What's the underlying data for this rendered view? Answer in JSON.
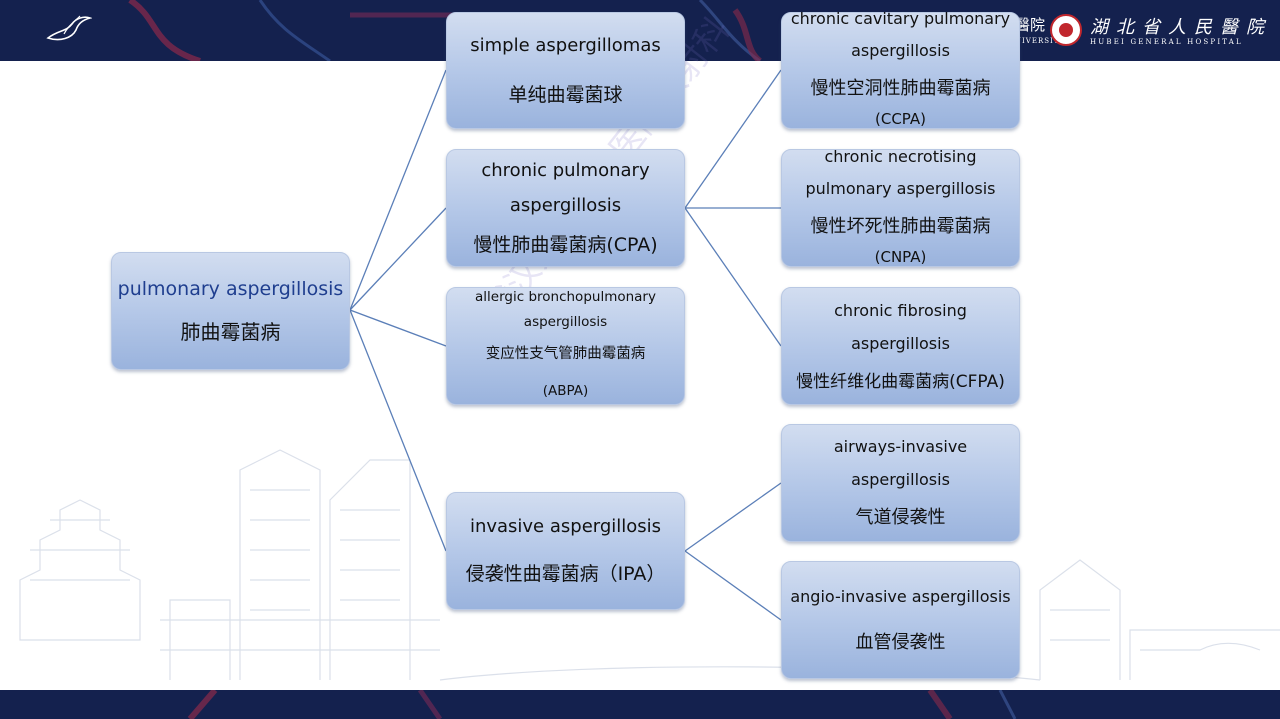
{
  "header": {
    "hospital_cn": "湖北省人民醫院",
    "hospital_en": "HUBEI GENERAL HOSPITAL",
    "university_fragment": "UNIVERSITY",
    "hospital_fragment_cn": "醫院"
  },
  "watermark": "武汉大学人民医院放射科",
  "root": {
    "en": "pulmonary aspergillosis",
    "cn": "肺曲霉菌病"
  },
  "level2": [
    {
      "en": "simple aspergillomas",
      "cn": "单纯曲霉菌球"
    },
    {
      "en1": "chronic pulmonary",
      "en2": "aspergillosis",
      "cn": "慢性肺曲霉菌病(CPA)"
    },
    {
      "en1": "allergic bronchopulmonary",
      "en2": "aspergillosis",
      "cn": "变应性支气管肺曲霉菌病",
      "abbr": "(ABPA)"
    },
    {
      "en": "invasive aspergillosis",
      "cn": "侵袭性曲霉菌病（IPA）"
    }
  ],
  "level3": [
    {
      "en1": "chronic cavitary pulmonary",
      "en2": "aspergillosis",
      "cn": "慢性空洞性肺曲霉菌病",
      "abbr": "(CCPA)"
    },
    {
      "en1": "chronic necrotising",
      "en2": "pulmonary aspergillosis",
      "cn": "慢性坏死性肺曲霉菌病",
      "abbr": "(CNPA)"
    },
    {
      "en1": "chronic fibrosing",
      "en2": "aspergillosis",
      "cn": "慢性纤维化曲霉菌病(CFPA)"
    },
    {
      "en1": "airways-invasive",
      "en2": "aspergillosis",
      "cn": "气道侵袭性"
    },
    {
      "en": "angio-invasive aspergillosis",
      "cn": "血管侵袭性"
    }
  ],
  "colors": {
    "header_bg": "#14214e",
    "connector": "#5b7fb8",
    "node_fill": "#b5c8e8",
    "emblem_red": "#c1272d"
  },
  "icons": [
    "university-logo-bird-icon",
    "hospital-emblem-icon"
  ]
}
